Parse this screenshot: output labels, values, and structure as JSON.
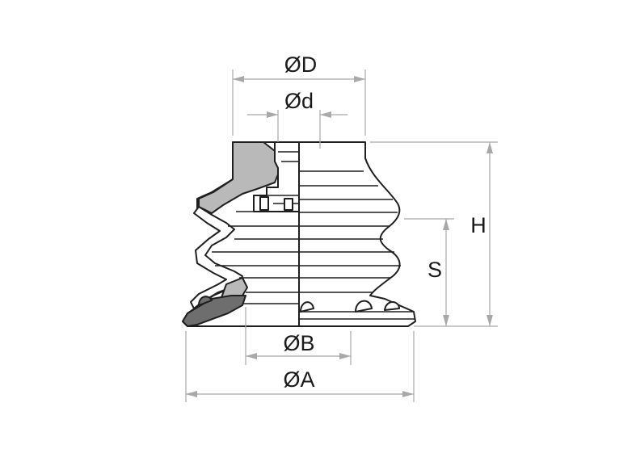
{
  "diagram": {
    "labels": {
      "outer_top_diameter": "ØD",
      "inner_top_diameter": "Ød",
      "height": "H",
      "stroke": "S",
      "inner_base_diameter": "ØB",
      "outer_base_diameter": "ØA"
    },
    "colors": {
      "outline": "#1f1f1f",
      "section_fill": "#b9b9b9",
      "lip_fill": "#6e6e6e",
      "dimension_lines": "#a8a8a8"
    }
  }
}
